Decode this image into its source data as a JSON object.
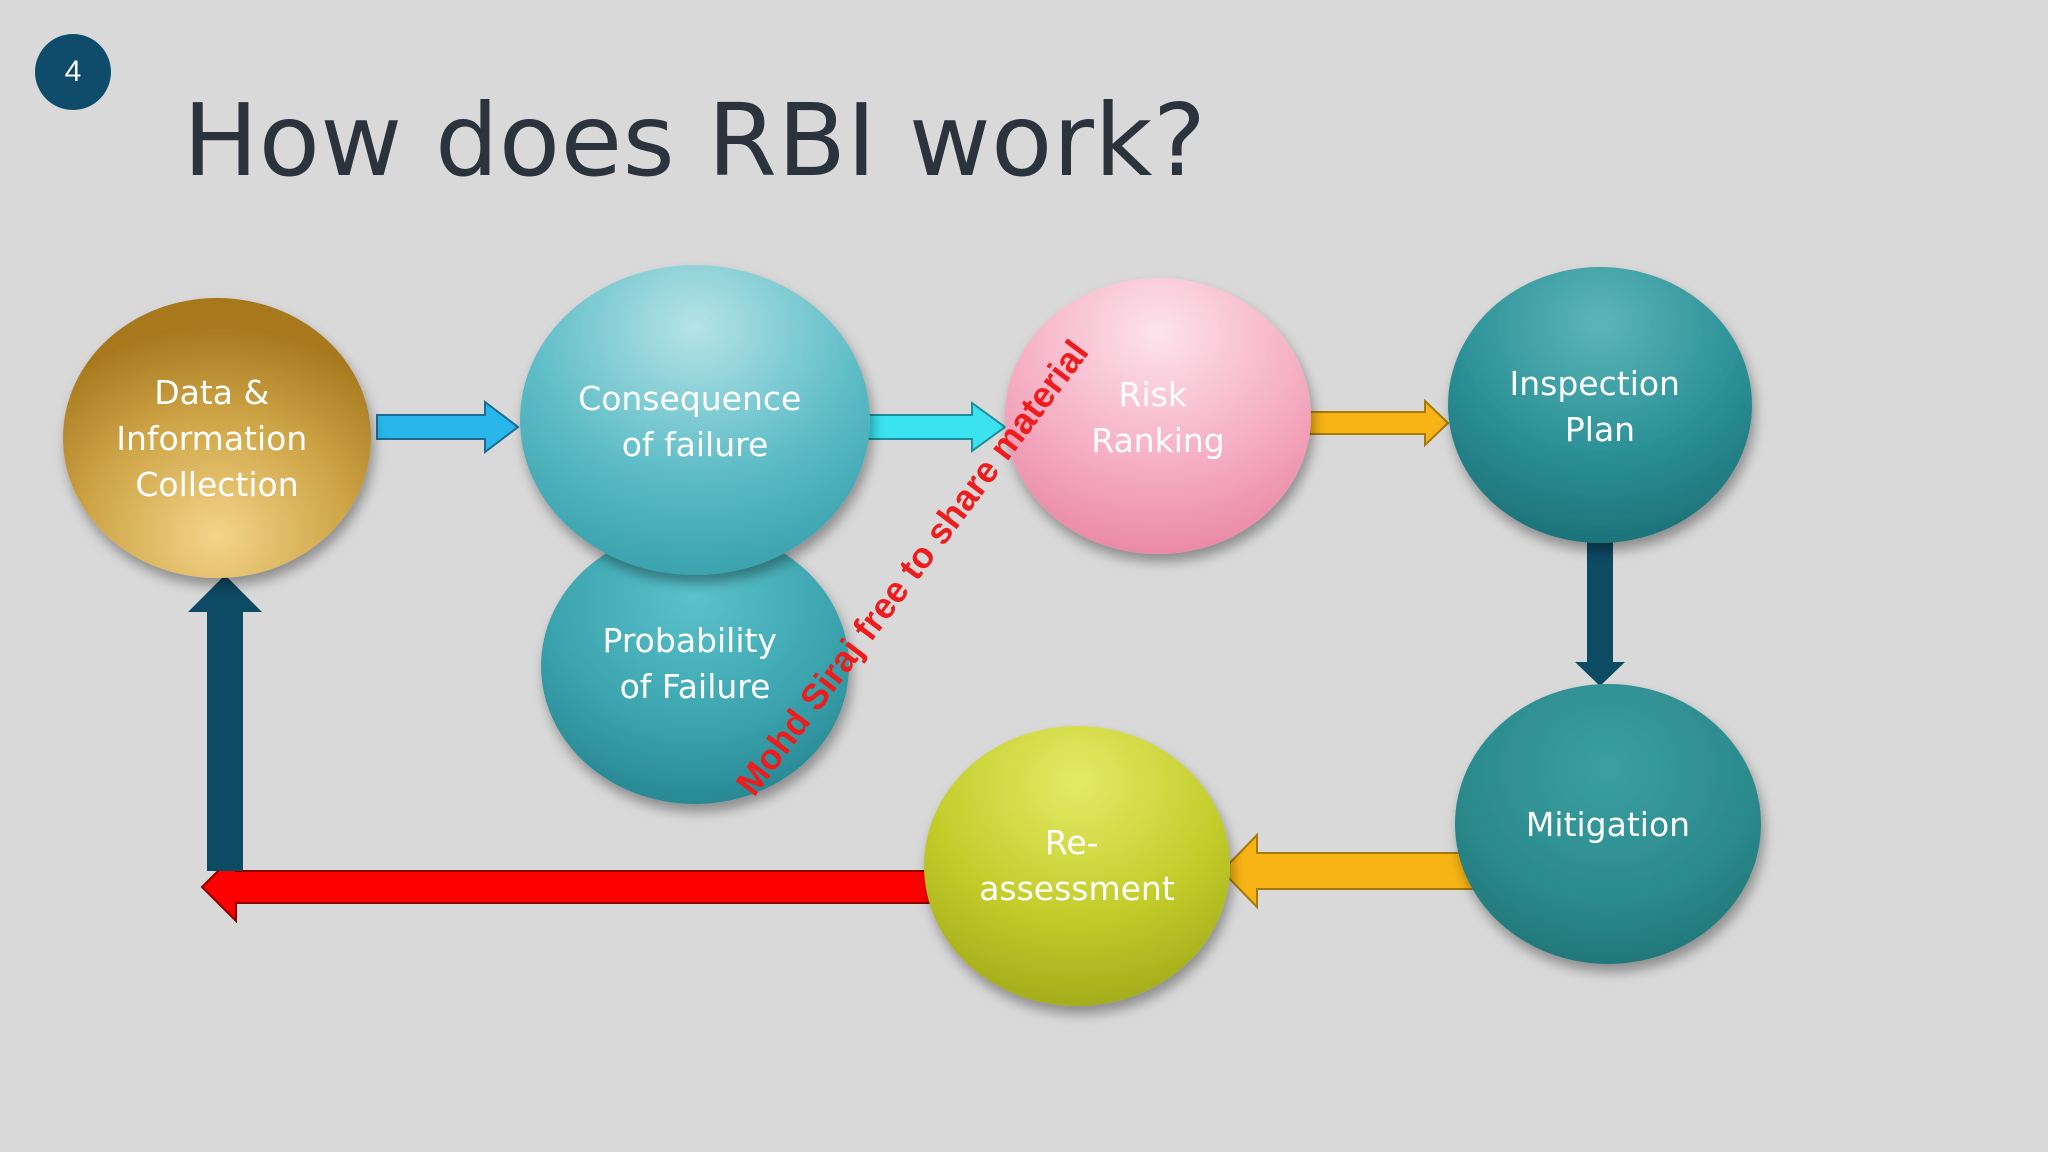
{
  "slide": {
    "number": "4",
    "title": "How does RBI work?"
  },
  "nodes": {
    "data_collection": {
      "lines": [
        "Data &",
        "Information",
        "Collection"
      ],
      "color": "#c9a23c"
    },
    "consequence": {
      "lines": [
        "Consequence",
        "of failure"
      ],
      "color": "#5fbfc8"
    },
    "probability": {
      "lines": [
        "Probability",
        "of Failure"
      ],
      "color": "#3aa3ad"
    },
    "risk_ranking": {
      "lines": [
        "Risk",
        "Ranking"
      ],
      "color": "#f3a9bf"
    },
    "inspection_plan": {
      "lines": [
        "Inspection",
        "Plan"
      ],
      "color": "#2a8f95"
    },
    "mitigation": {
      "lines": [
        "Mitigation"
      ],
      "color": "#2a8a8c"
    },
    "reassessment": {
      "lines": [
        "Re-",
        "assessment"
      ],
      "color": "#c3cc2a"
    }
  },
  "arrows": {
    "blue": "#29b6e8",
    "cyan": "#3be3f0",
    "orange": "#f7b414",
    "navy": "#0d4a63",
    "red": "#ff0000"
  },
  "watermark": "Mohd Siraj free to share material"
}
